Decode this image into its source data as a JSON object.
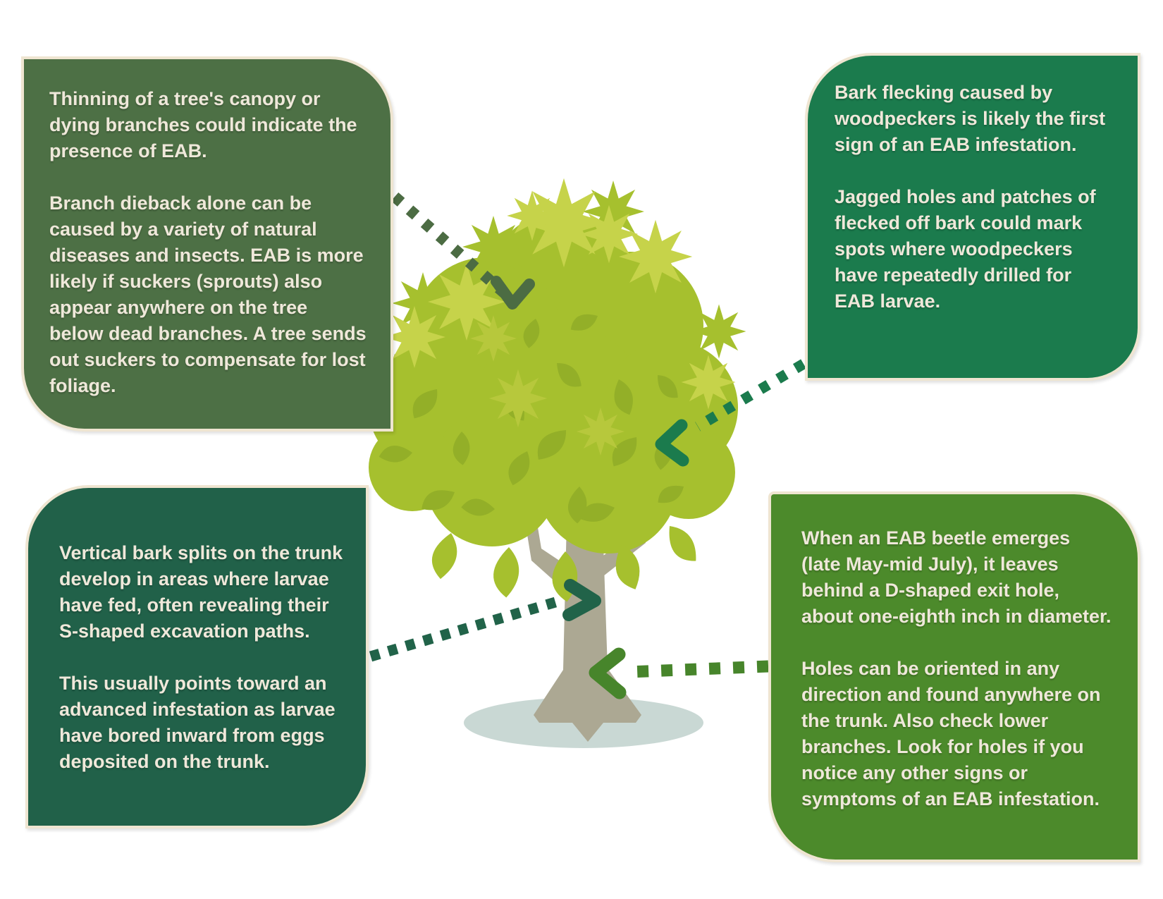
{
  "infographic": {
    "subject": "EAB (emerald ash borer) infestation signs on a tree"
  },
  "callouts": {
    "top_left": {
      "title": "Thinning of a tree's canopy or dying branches could indicate the presence of EAB.",
      "body": "Branch dieback alone can be caused by a variety of natural diseases and insects. EAB is more likely if suckers (sprouts) also appear anywhere on the tree below dead branches. A tree sends out suckers to compensate for lost foliage.",
      "bg_color": "#4D7045"
    },
    "top_right": {
      "title": "Bark flecking caused by woodpeckers is likely the first sign of an EAB infestation.",
      "body": "Jagged holes and patches of flecked off bark could mark spots where woodpeckers have repeatedly drilled for EAB larvae.",
      "bg_color": "#1B7B4D"
    },
    "bottom_left": {
      "title": "Vertical bark splits on the trunk develop in areas where larvae have fed, often revealing their S-shaped excavation paths.",
      "body": "This usually points toward an advanced infestation as larvae have bored inward from eggs deposited on the trunk.",
      "bg_color": "#216149"
    },
    "bottom_right": {
      "title": "When an EAB beetle emerges (late May-mid July), it leaves behind a D-shaped exit hole, about one-eighth inch in diameter.",
      "body": "Holes can be oriented in any direction and found anywhere on the trunk. Also check lower branches. Look for holes if you notice any other signs or symptoms of an EAB infestation.",
      "bg_color": "#4C8A2B"
    }
  },
  "palette": {
    "page_background": "#FFFFFF",
    "callout_border_cream": "#EFE5D1",
    "callout_text_cream": "#EFE8DA",
    "canopy_main_green": "#A6C02E",
    "canopy_dark_leaf": "#93AF28",
    "canopy_light_leaf": "#C6D34A",
    "canopy_mid_leaf": "#B7C83C",
    "trunk_gray": "#ACA893",
    "ground_shadow": "#C9D8D4",
    "connector_canopy": "#4C6C43",
    "connector_bark_flecking": "#1B7B4D",
    "connector_bark_splits": "#216349",
    "connector_exit_holes": "#47852B"
  }
}
